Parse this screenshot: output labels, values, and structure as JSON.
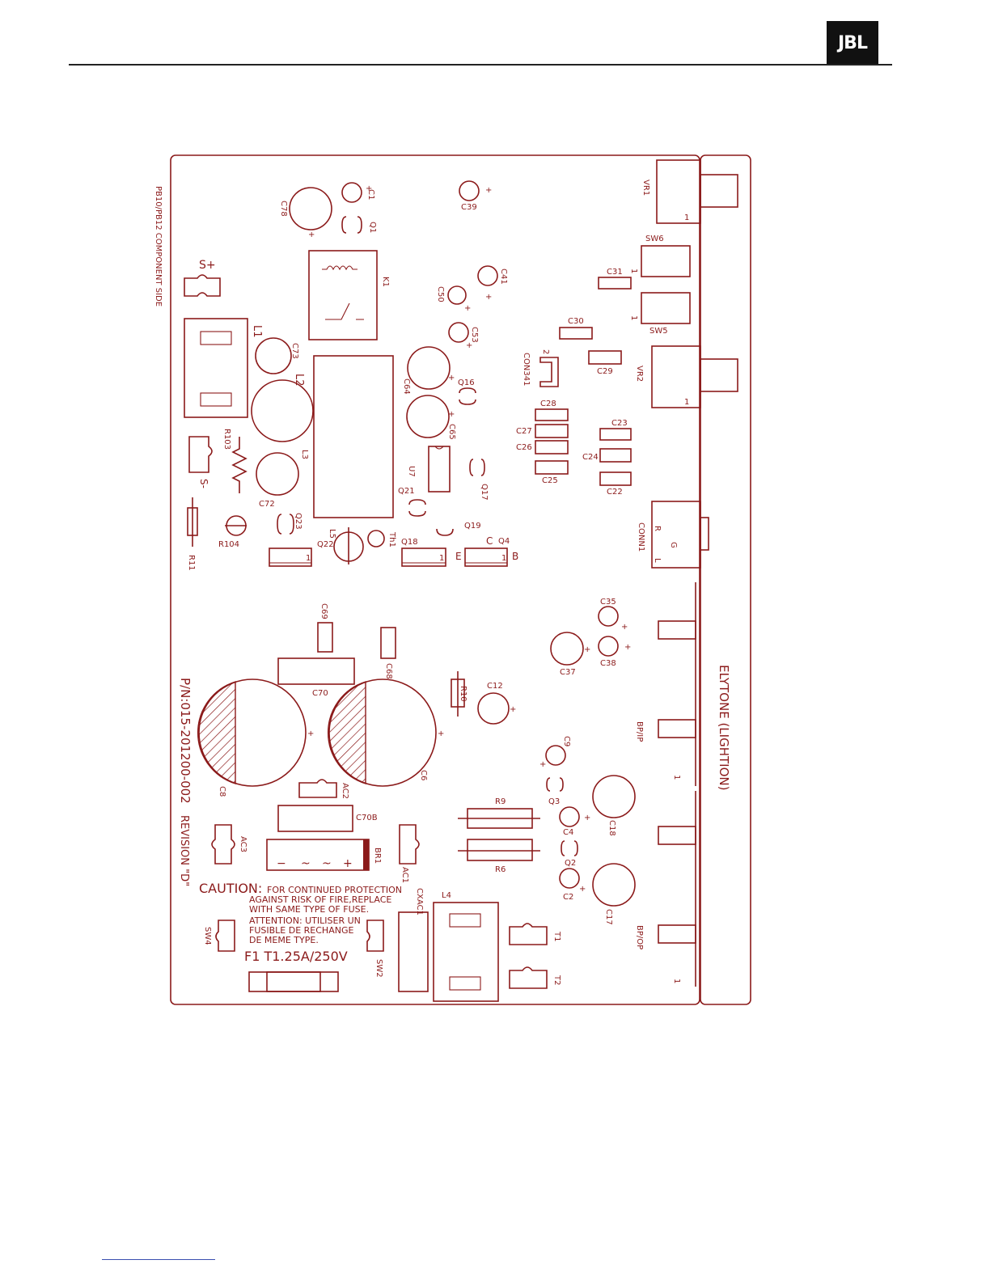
{
  "header": {
    "logo_text": "JBL"
  },
  "board": {
    "side_title": "PB10/PB12 COMPONENT SIDE",
    "part_number": "P/N:015-201200-002",
    "revision": "REVISION \"D\"",
    "brand_label": "ELYTONE (LIGHTION)",
    "caution_title": "CAUTION:",
    "caution_lines": [
      "FOR CONTINUED PROTECTION",
      "AGAINST RISK OF FIRE,REPLACE",
      "WITH SAME TYPE OF FUSE."
    ],
    "attention_lines": [
      "ATTENTION: UTILISER UN",
      "FUSIBLE DE RECHANGE",
      "DE MEME TYPE."
    ],
    "fuse_rating": "F1 T1.25A/250V",
    "refs": {
      "C1": "C1",
      "C78": "C78",
      "Q1": "Q1",
      "C39": "C39",
      "K1": "K1",
      "C41": "C41",
      "C50": "C50",
      "C53": "C53",
      "C73": "C73",
      "L1": "L1",
      "L2": "L2",
      "L3": "L3",
      "S_plus": "S+",
      "S_minus": "S-",
      "R103": "R103",
      "C64": "C64",
      "C65": "C65",
      "Q16": "Q16",
      "U7": "U7",
      "Q17": "Q17",
      "Q21": "Q21",
      "Q19": "Q19",
      "C72": "C72",
      "Q23": "Q23",
      "R104": "R104",
      "R11": "R11",
      "L5": "L5",
      "Q22": "Q22",
      "TH1": "Th1",
      "Q18": "Q18",
      "Q4": "Q4",
      "E": "E",
      "C": "C",
      "B": "B",
      "one": "1",
      "VR1": "VR1",
      "SW6": "SW6",
      "C31": "C31",
      "SW5": "SW5",
      "C30": "C30",
      "C29": "C29",
      "CON341": "CON341",
      "two": "2",
      "VR2": "VR2",
      "C28": "C28",
      "C27": "C27",
      "C26": "C26",
      "C25": "C25",
      "C23": "C23",
      "C24": "C24",
      "C22": "C22",
      "CONN1": "CONN1",
      "R": "R",
      "G": "G",
      "L": "L",
      "C69": "C69",
      "C68": "C68",
      "C70": "C70",
      "C35": "C35",
      "C38": "C38",
      "C37": "C37",
      "C12": "C12",
      "R10": "R10",
      "C8": "C8",
      "C6": "C6",
      "AC2": "AC2",
      "C9": "C9",
      "BP_IP": "BP/IP",
      "Q3": "Q3",
      "C18": "C18",
      "C70B": "C70B",
      "R9": "R9",
      "R6": "R6",
      "C4": "C4",
      "Q2": "Q2",
      "C2": "C2",
      "C17": "C17",
      "AC3": "AC3",
      "BR1": "BR1",
      "AC1": "AC1",
      "CXAC1": "CXAC1",
      "L4": "L4",
      "SW4": "SW4",
      "SW2": "SW2",
      "T1": "T1",
      "T2": "T2",
      "BP_OP": "BP/OP",
      "plus": "+"
    }
  }
}
